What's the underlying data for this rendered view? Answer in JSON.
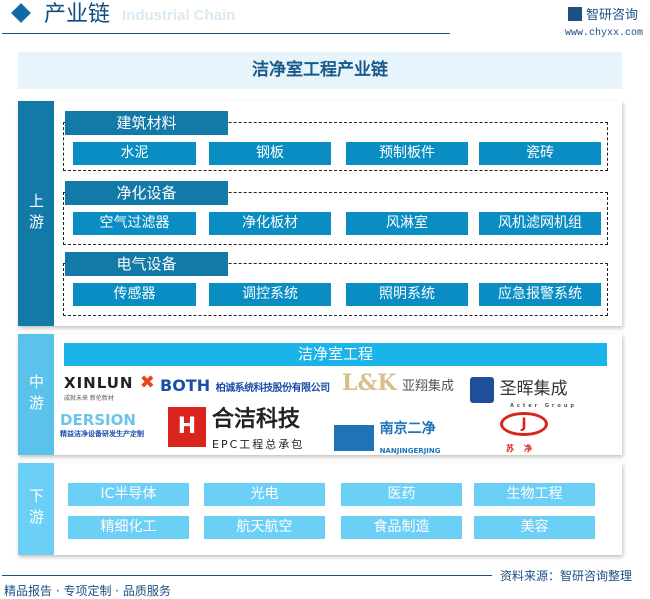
{
  "header": {
    "title": "产业链",
    "ghost_subtitle": "Industrial Chain",
    "brand": "智研咨询",
    "url": "www.chyxx.com"
  },
  "banner": "洁净室工程产业链",
  "upstream": {
    "label": "上游",
    "groups": [
      {
        "title": "建筑材料",
        "items": [
          "水泥",
          "钢板",
          "预制板件",
          "瓷砖"
        ]
      },
      {
        "title": "净化设备",
        "items": [
          "空气过滤器",
          "净化板材",
          "风淋室",
          "风机滤网机组"
        ]
      },
      {
        "title": "电气设备",
        "items": [
          "传感器",
          "调控系统",
          "照明系统",
          "应急报警系统"
        ]
      }
    ]
  },
  "midstream": {
    "label": "中游",
    "title": "洁净室工程",
    "logos": [
      {
        "name": "XINLUN",
        "sub": "成就未来 新伦新材"
      },
      {
        "name": "BOTH",
        "sub": "柏诚系统科技股份有限公司"
      },
      {
        "name": "L&K",
        "sub": "亚翔集成"
      },
      {
        "name": "圣晖集成",
        "sub": "Acter Group"
      },
      {
        "name": "DERSION",
        "sub": "精益洁净设备研发生产定制"
      },
      {
        "name": "合洁科技",
        "sub": "EPC工程总承包"
      },
      {
        "name": "南京二净",
        "sub": "NANJINGERJING"
      },
      {
        "name": "苏净",
        "sub": ""
      }
    ]
  },
  "downstream": {
    "label": "下游",
    "items": [
      "IC半导体",
      "光电",
      "医药",
      "生物工程",
      "精细化工",
      "航天航空",
      "食品制造",
      "美容"
    ]
  },
  "footer": {
    "slogan": "精品报告 · 专项定制 · 品质服务",
    "source": "资料来源：智研咨询整理"
  },
  "colors": {
    "upstream": "#137aa8",
    "upstream_item": "#0a8dc2",
    "midstream": "#5bc2ec",
    "midstream_header": "#1ab4e8",
    "downstream": "#6ccff5"
  }
}
